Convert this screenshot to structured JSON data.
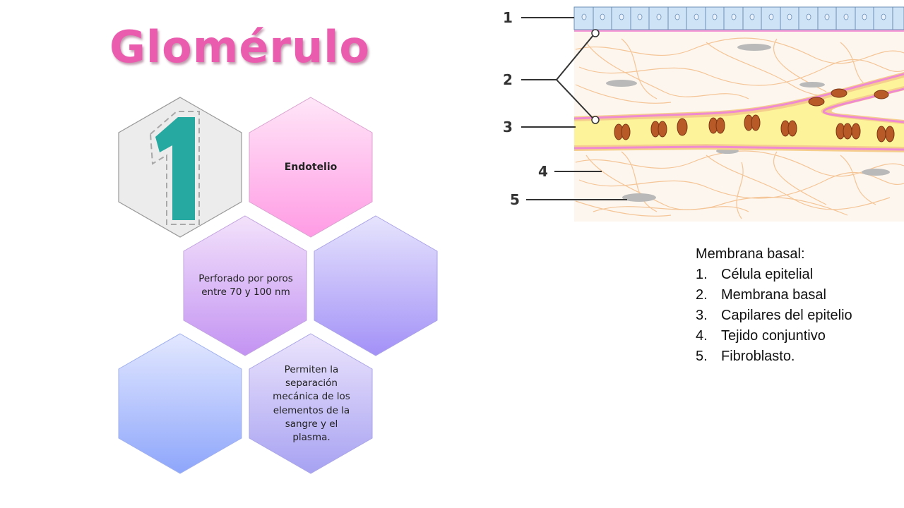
{
  "title": "Glomérulo",
  "badge": {
    "number": "1"
  },
  "hexagons": {
    "endotelio": "Endotelio",
    "perforado": "Perforado por poros entre 70 y 100 nm",
    "permiten": "Permiten la separación mecánica de los elementos de la sangre y el plasma."
  },
  "diagram": {
    "pointers": [
      "1",
      "2",
      "3",
      "4",
      "5"
    ]
  },
  "legend": {
    "heading": "Membrana basal:",
    "items": [
      {
        "num": "1.",
        "text": "Célula epitelial"
      },
      {
        "num": "2.",
        "text": "Membrana basal"
      },
      {
        "num": "3.",
        "text": "Capilares del epitelio"
      },
      {
        "num": "4.",
        "text": "Tejido conjuntivo"
      },
      {
        "num": "5.",
        "text": "Fibroblasto."
      }
    ]
  },
  "colors": {
    "title": "#ea5cae",
    "badge_teal": "#26a9a0",
    "hex_pink": "#ff9ee6",
    "hex_violet": "#c89bf2",
    "hex_blue": "#8fa8ff"
  }
}
